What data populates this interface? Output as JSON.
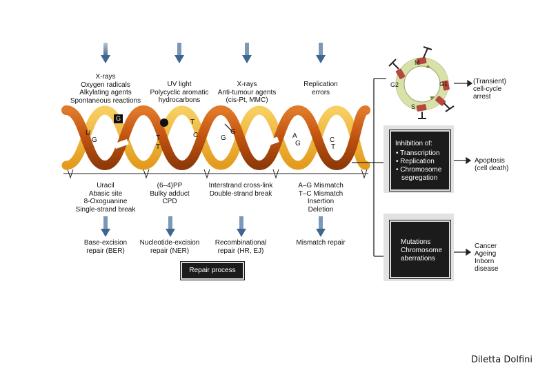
{
  "damage_sources": [
    {
      "lines": [
        "X-rays",
        "Oxygen radicals",
        "Alkylating agents",
        "Spontaneous reactions"
      ]
    },
    {
      "lines": [
        "UV light",
        "Polycyclic aromatic",
        "hydrocarbons",
        ""
      ]
    },
    {
      "lines": [
        "X-rays",
        "Anti-tumour agents",
        "(cis-Pt, MMC)",
        ""
      ]
    },
    {
      "lines": [
        "Replication",
        "errors",
        "",
        ""
      ]
    }
  ],
  "lesions": [
    {
      "lines": [
        "Uracil",
        "Abasic site",
        "8-Oxoguanine",
        "Single-strand break"
      ]
    },
    {
      "lines": [
        "(6–4)PP",
        "Bulky adduct",
        "CPD",
        ""
      ]
    },
    {
      "lines": [
        "Interstrand cross-link",
        "Double-strand break",
        "",
        ""
      ]
    },
    {
      "lines": [
        "A–G Mismatch",
        "T–C Mismatch",
        "Insertion",
        "Deletion"
      ]
    }
  ],
  "repair_pathways": [
    {
      "lines": [
        "Base-excision",
        "repair (BER)"
      ]
    },
    {
      "lines": [
        "Nucleotide-excision",
        "repair (NER)"
      ]
    },
    {
      "lines": [
        "Recombinational",
        "repair (HR, EJ)"
      ]
    },
    {
      "lines": [
        "Mismatch repair",
        ""
      ]
    }
  ],
  "repair_process_label": "Repair process",
  "cell_cycle": {
    "phases": [
      "M",
      "G1",
      "S",
      "G2"
    ],
    "outcome": [
      "(Transient)",
      "cell-cycle",
      "arrest"
    ]
  },
  "inhibition_box": {
    "title": "Inhibition of:",
    "items": [
      "Transcription",
      "Replication",
      "Chromosome",
      "segregation"
    ],
    "outcome": [
      "Apoptosis",
      "(cell death)"
    ]
  },
  "mutations_box": {
    "lines": [
      "Mutations",
      "Chromosome",
      "aberrations"
    ],
    "outcome": [
      "Cancer",
      "Ageing",
      "Inborn",
      "disease"
    ]
  },
  "dna_letters": [
    "U",
    "G",
    "G",
    "T",
    "T",
    "T",
    "C",
    "G",
    "G",
    "A",
    "G",
    "C",
    "T"
  ],
  "credit": "Diletta Dolfini",
  "colors": {
    "arrow_blue": "#4e6f95",
    "strand_orange": "#c85a15",
    "strand_yellow": "#f2b431",
    "ring_green": "#d8e2a8",
    "box_dark": "#1b1b1b"
  }
}
